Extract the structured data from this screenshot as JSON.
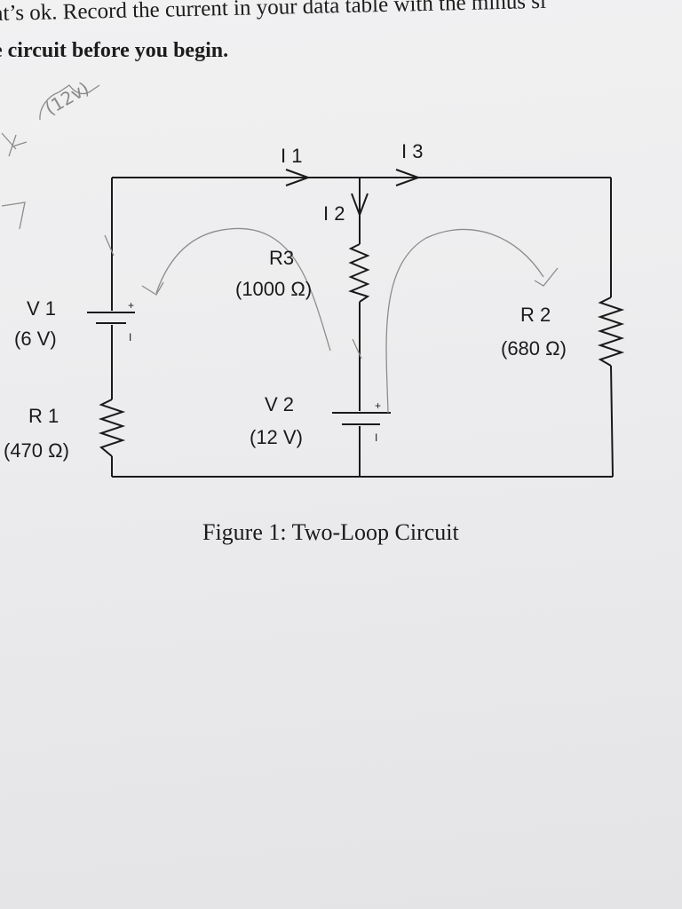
{
  "header": {
    "line1": "at’s ok. Record the current in your data table with the minus si",
    "line2": "e circuit before you begin."
  },
  "circuit": {
    "currents": {
      "i1": "I 1",
      "i2": "I 2",
      "i3": "I 3"
    },
    "r3": {
      "name": "R3",
      "value": "(1000 Ω)"
    },
    "v1": {
      "name": "V 1",
      "value": "(6 V)"
    },
    "r2": {
      "name": "R 2",
      "value": "(680 Ω)"
    },
    "r1": {
      "name": "R 1",
      "value": "(470 Ω)"
    },
    "v2": {
      "name": "V 2",
      "value": "(12 V)"
    },
    "plus": "+",
    "minus": "I"
  },
  "caption": "Figure 1: Two-Loop Circuit",
  "handwriting": {
    "note_12v": "(12v)",
    "mark_4": "4",
    "mark_7": "7"
  }
}
